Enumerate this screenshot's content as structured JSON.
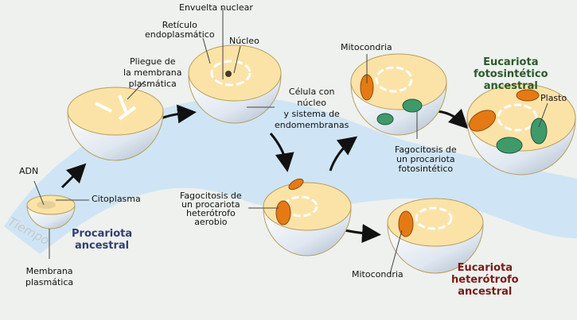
{
  "labels": {
    "envuelta": "Envuelta nuclear",
    "reticulo": [
      "Retículo",
      "endoplasmático"
    ],
    "nucleo": "Núcleo",
    "pliegue": [
      "Pliegue de",
      "la membrana",
      "plasmática"
    ],
    "celula": [
      "Célula con",
      "núcleo",
      "y sistema de",
      "endomembranas"
    ],
    "mitocondria_top": "Mitocondria",
    "plasto": "Plasto",
    "fago_foto": [
      "Fagocitosis de",
      "un  procariota",
      "fotosintético"
    ],
    "adn": "ADN",
    "citoplasma": "Citoplasma",
    "membrana": [
      "Membrana",
      "plasmática"
    ],
    "fago_het": [
      "Fagocitosis de",
      "un  procariota",
      "heterótrofo",
      "aerobio"
    ],
    "mitocondria_bottom": "Mitocondria",
    "tiempo": "Tiempo"
  },
  "titles": {
    "procariota": [
      "Procariota",
      "ancestral"
    ],
    "fotosintetico": [
      "Eucariota",
      "fotosintético",
      "ancestral"
    ],
    "heterotrofo": [
      "Eucariota",
      "heterótrofo",
      "ancestral"
    ]
  },
  "colors": {
    "procariota": "#333d73",
    "fotosintetico": "#2b5a2b",
    "heterotrofo": "#7a1a1a",
    "ribbon": "#cfe5f5",
    "cytoplasm": "#fbe3a8",
    "mitochondria": "#e57a14",
    "plastid": "#3f9a6a"
  }
}
